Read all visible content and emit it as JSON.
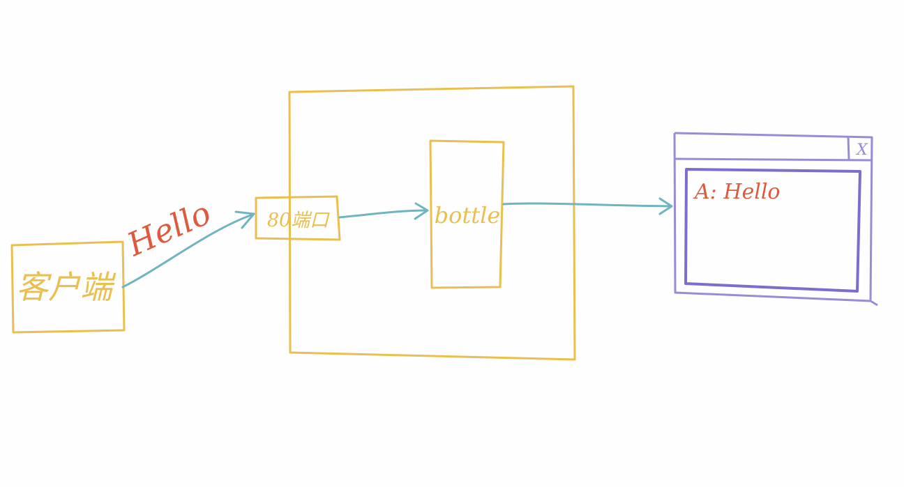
{
  "diagram": {
    "client_label": "客户端",
    "message_label": "Hello",
    "port_label": "80端口",
    "app_label": "bottle",
    "window_close_glyph": "X",
    "window_content": "A: Hello"
  },
  "colors": {
    "background": "#fefefe",
    "box_stroke": "#e9bf4f",
    "arrow_stroke": "#6fb5bf",
    "message_text": "#dc5a3d",
    "window_stroke": "#9a8bd6",
    "window_inner_stroke": "#7f6ccc"
  }
}
